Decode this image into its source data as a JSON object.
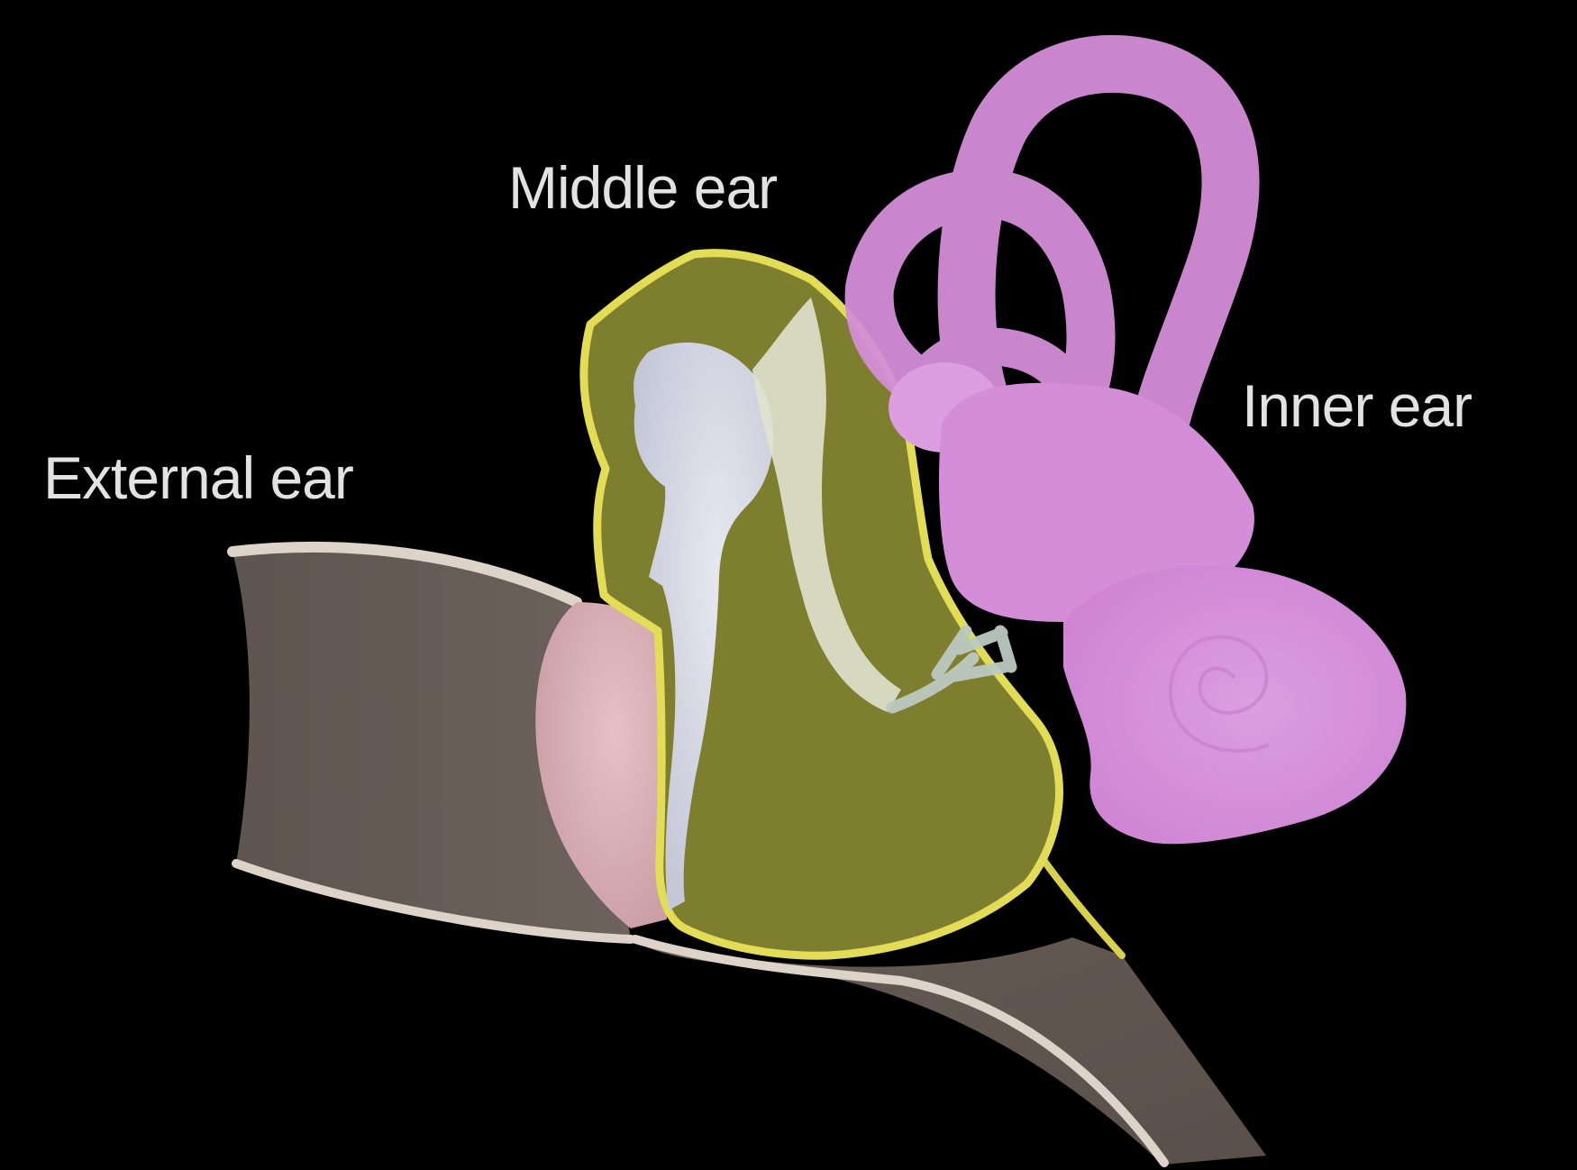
{
  "labels": {
    "external_ear": "External ear",
    "middle_ear": "Middle ear",
    "inner_ear": "Inner ear"
  },
  "colors": {
    "background": "#000000",
    "label_text": "#e2e2e2",
    "canal_wall": "#6b5f59",
    "canal_outline": "#ddd3c8",
    "eardrum": "#d7adb4",
    "middle_ear_fill": "#7d7f2e",
    "middle_ear_outline": "#e3dd55",
    "ossicles": "#c8cbd8",
    "inner_ear": "#d48ed8"
  }
}
